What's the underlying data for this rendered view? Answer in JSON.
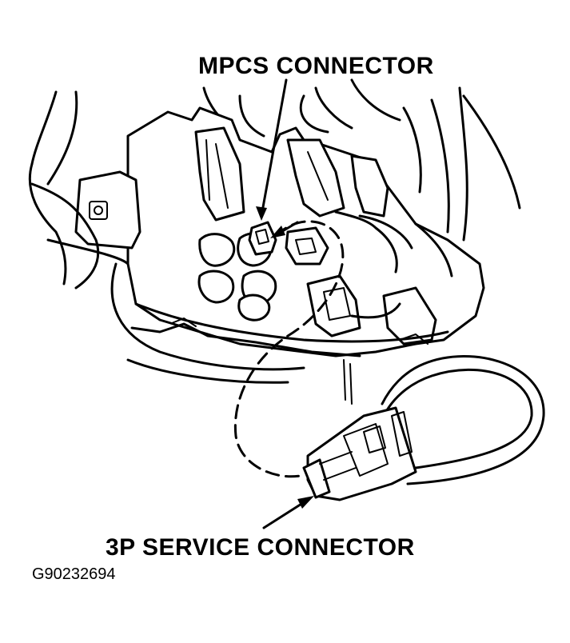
{
  "labels": {
    "mpcs_connector": "MPCS CONNECTOR",
    "service_connector": "3P SERVICE CONNECTOR",
    "figure_id": "G90232694"
  },
  "colors": {
    "line": "#000000",
    "background": "#ffffff"
  }
}
